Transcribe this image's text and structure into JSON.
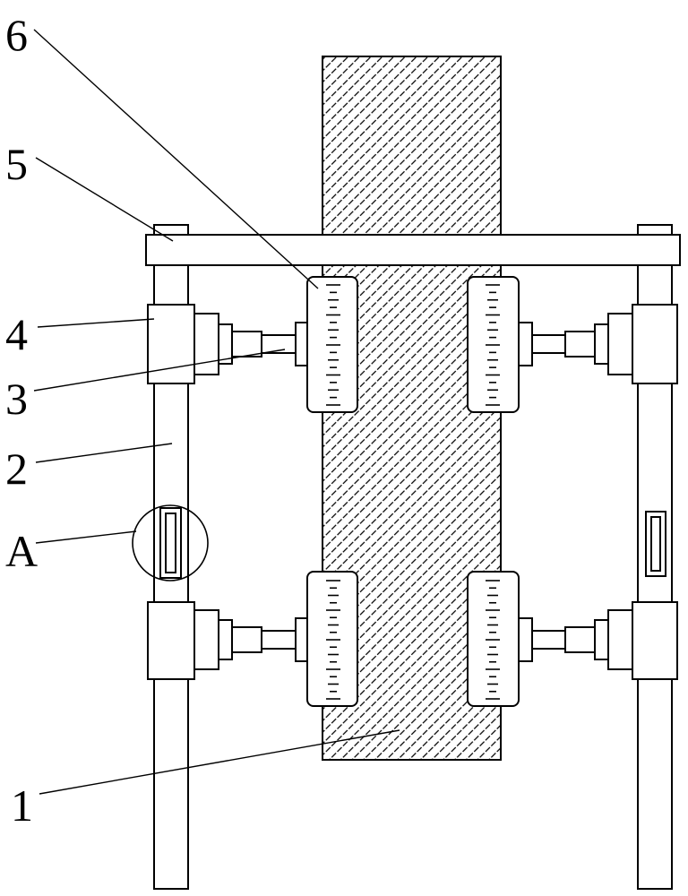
{
  "labels": {
    "l1": "1",
    "l2": "2",
    "l3": "3",
    "l4": "4",
    "l5": "5",
    "l6": "6",
    "lA": "A"
  }
}
